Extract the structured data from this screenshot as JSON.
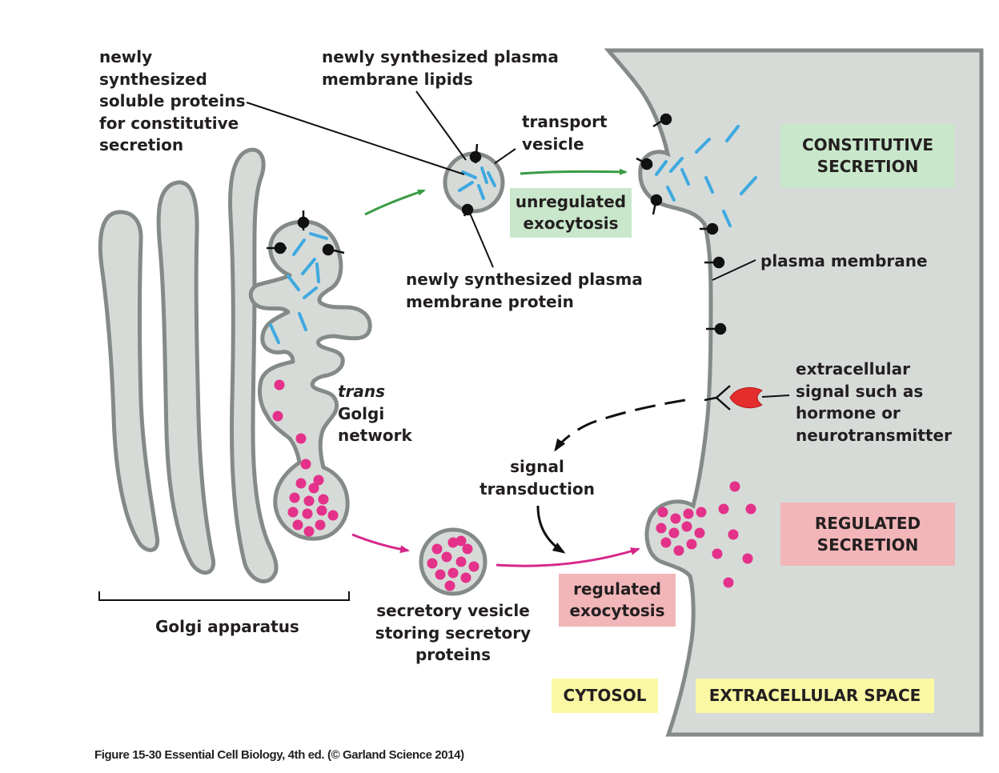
{
  "labels": {
    "soluble_proteins": "newly\nsynthesized\nsoluble proteins\nfor constitutive\nsecretion",
    "membrane_lipids": "newly synthesized plasma\nmembrane lipids",
    "transport_vesicle": "transport\nvesicle",
    "membrane_protein": "newly synthesized plasma\nmembrane protein",
    "trans_prefix": "trans",
    "trans_golgi_rest": "Golgi\nnetwork",
    "golgi_apparatus": "Golgi apparatus",
    "secretory_vesicle": "secretory vesicle\nstoring secretory\nproteins",
    "signal_transduction": "signal\ntransduction",
    "plasma_membrane": "plasma membrane",
    "extracellular_signal": "extracellular\nsignal such as\nhormone or\nneurotransmitter"
  },
  "boxes": {
    "unregulated_exocytosis": "unregulated\nexocytosis",
    "constitutive_secretion": "CONSTITUTIVE\nSECRETION",
    "regulated_exocytosis": "regulated\nexocytosis",
    "regulated_secretion": "REGULATED\nSECRETION",
    "cytosol": "CYTOSOL",
    "extracellular_space": "EXTRACELLULAR SPACE"
  },
  "caption": "Figure 15-30  Essential Cell Biology, 4th ed. (© Garland Science 2014)",
  "colors": {
    "extracellular_fill": "#d6dbd8",
    "organelle_fill": "#d6dbd8",
    "membrane_stroke": "#848a87",
    "soluble_protein": "#3fa9e0",
    "secretory_protein": "#e4318a",
    "constitutive_arrow": "#3a9b45",
    "regulated_arrow": "#d6278a",
    "signal_molecule": "#e42d2d",
    "box_green": "#c9e7cb",
    "box_pink": "#f2b5b8",
    "box_yellow": "#fbf8a4"
  }
}
